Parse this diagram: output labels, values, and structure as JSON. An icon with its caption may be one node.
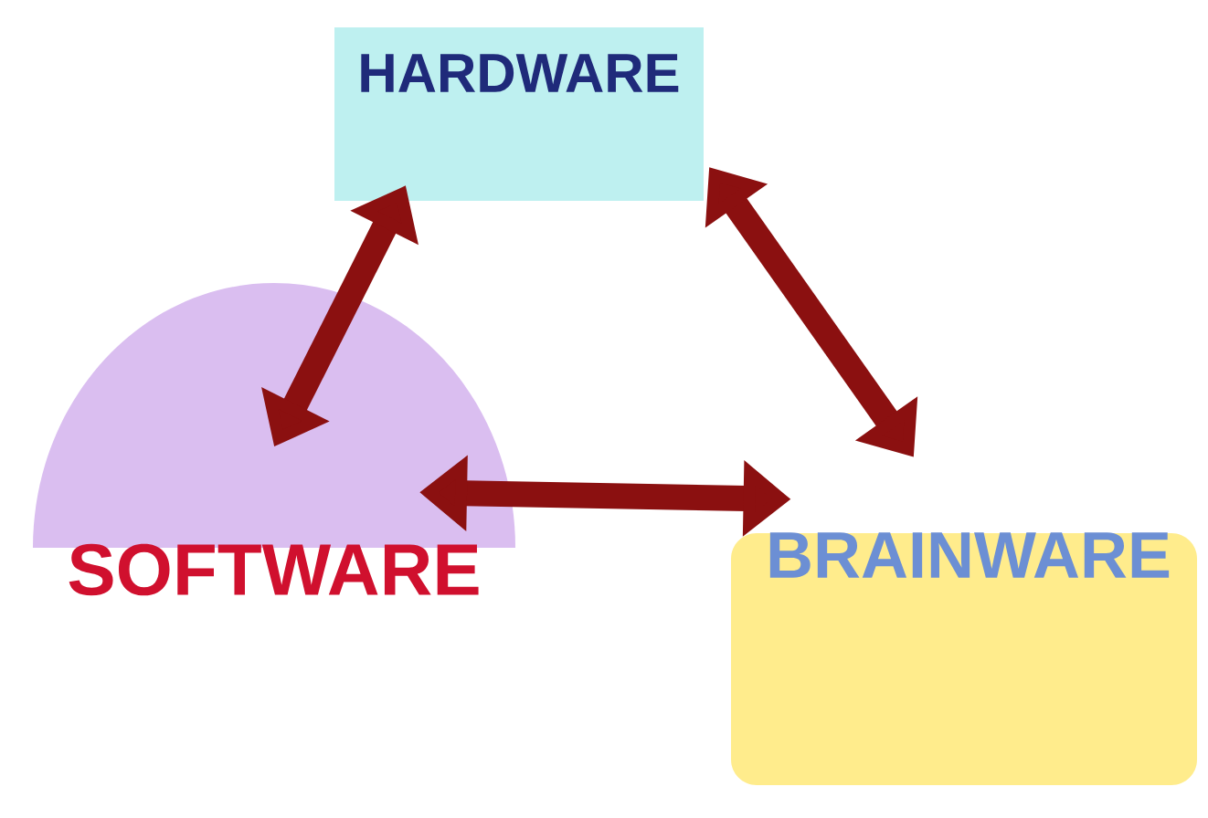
{
  "diagram": {
    "nodes": [
      {
        "text": [
          "HARDWARE"
        ]
      },
      {
        "text": [
          "SOFTWARE"
        ]
      },
      {
        "text": [
          "BRAINWARE"
        ]
      }
    ],
    "edges": [
      {
        "from": 0,
        "to": 1,
        "arrow": "both"
      },
      {
        "from": 0,
        "to": 2,
        "arrow": "both"
      },
      {
        "from": 1,
        "to": 2,
        "arrow": "both"
      }
    ]
  }
}
